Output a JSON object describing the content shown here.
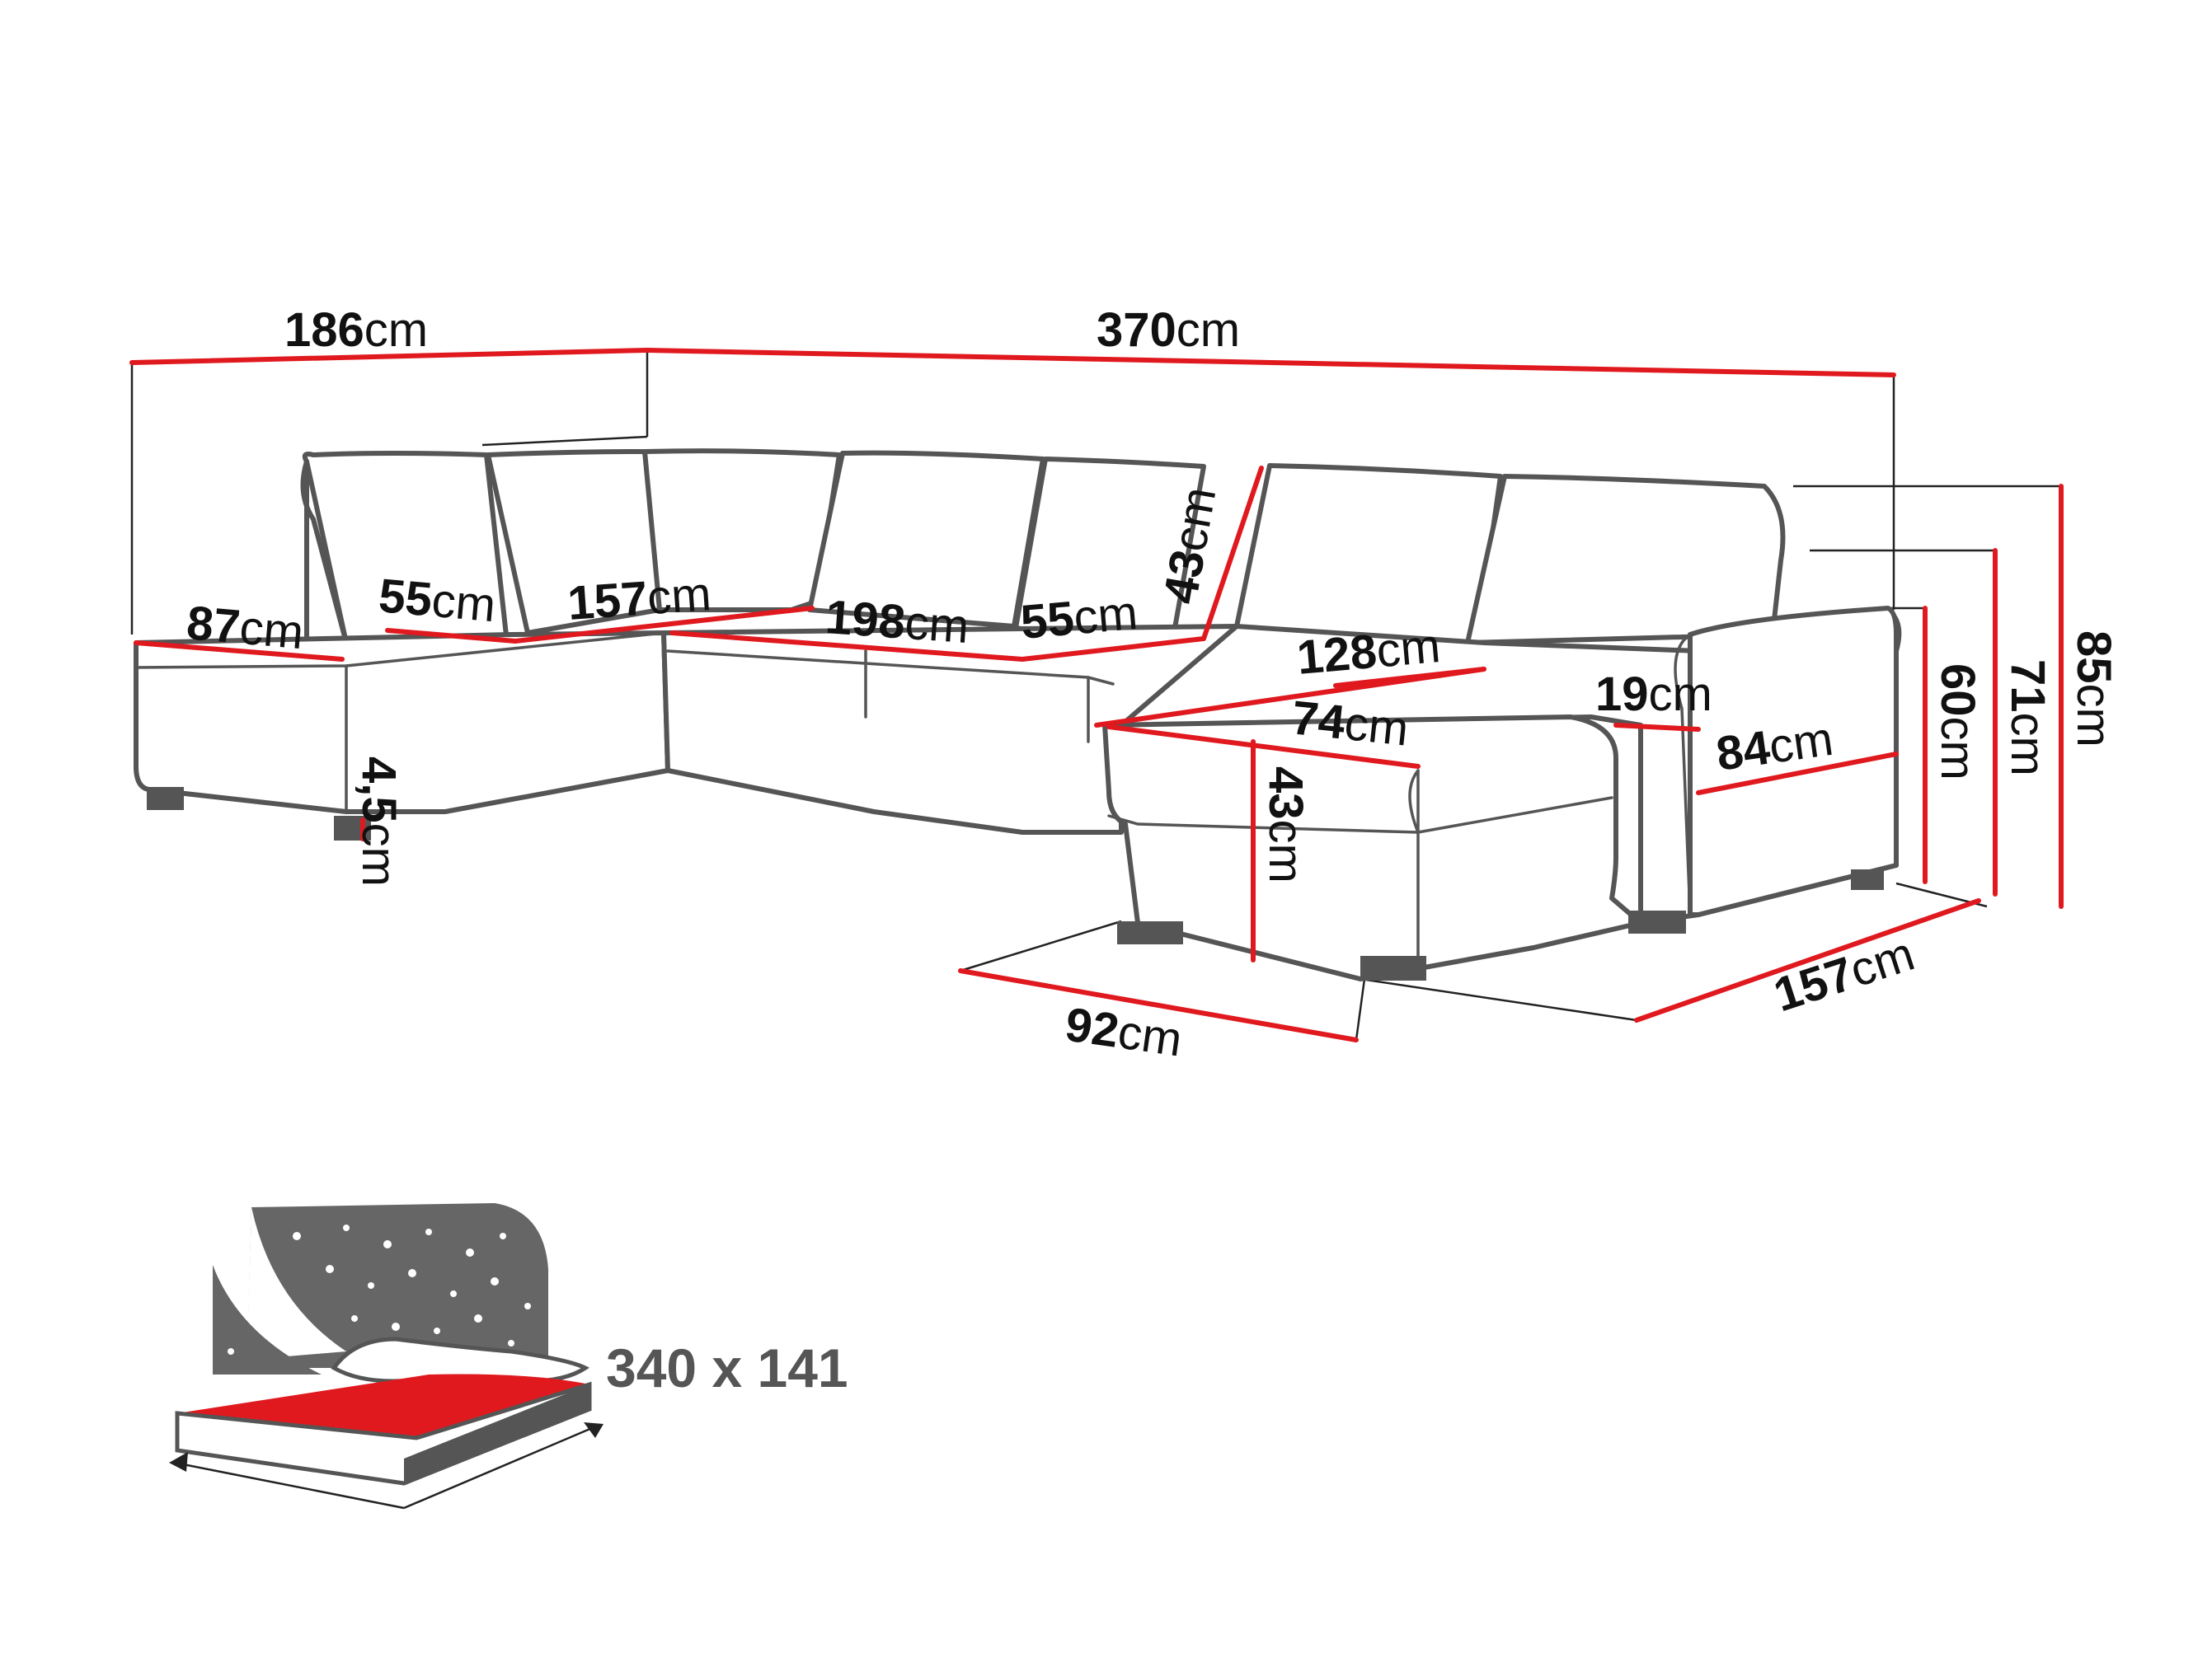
{
  "dimensions": {
    "left_depth": {
      "value": "186",
      "unit": "cm"
    },
    "total_width": {
      "value": "370",
      "unit": "cm"
    },
    "chaise_seat_depth": {
      "value": "87",
      "unit": "cm"
    },
    "left_seat_width": {
      "value": "55",
      "unit": "cm"
    },
    "corner_seat_width": {
      "value": "157",
      "unit": "cm"
    },
    "middle_seat_width": {
      "value": "198",
      "unit": "cm"
    },
    "middle_seat_depth": {
      "value": "55",
      "unit": "cm"
    },
    "backrest_height": {
      "value": "43",
      "unit": "cm"
    },
    "right_seat_width": {
      "value": "128",
      "unit": "cm"
    },
    "armrest_width": {
      "value": "19",
      "unit": "cm"
    },
    "ottoman_depth": {
      "value": "74",
      "unit": "cm"
    },
    "armrest_depth": {
      "value": "84",
      "unit": "cm"
    },
    "leg_height": {
      "value": "4,5",
      "unit": "cm"
    },
    "ottoman_height": {
      "value": "43",
      "unit": "cm"
    },
    "ottoman_width": {
      "value": "92",
      "unit": "cm"
    },
    "right_depth": {
      "value": "157",
      "unit": "cm"
    },
    "seat_height": {
      "value": "60",
      "unit": "cm"
    },
    "armrest_height": {
      "value": "71",
      "unit": "cm"
    },
    "total_height": {
      "value": "85",
      "unit": "cm"
    }
  },
  "bed": {
    "size_label": "340 x 141"
  },
  "colors": {
    "dimension_line": "#e0191f",
    "outline": "#555555",
    "bed_surface": "#e0191f"
  }
}
